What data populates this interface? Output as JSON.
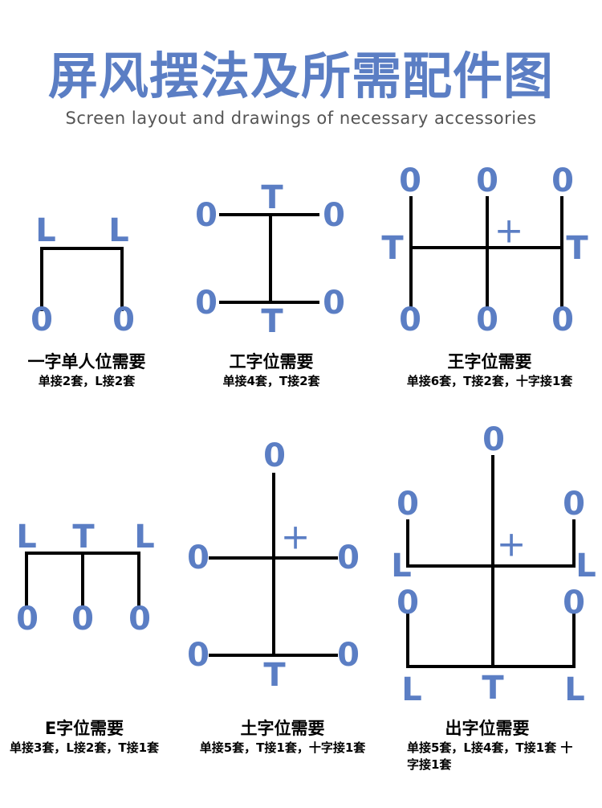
{
  "header": {
    "title": "屏风摆法及所需配件图",
    "subtitle": "Screen layout and drawings of necessary accessories"
  },
  "colors": {
    "accent": "#5b7ec4",
    "subtitle": "#555555",
    "line": "#000000"
  },
  "layouts": [
    {
      "title": "一字单人位需要",
      "desc": "单接2套，L接2套"
    },
    {
      "title": "工字位需要",
      "desc": "单接4套，T接2套"
    },
    {
      "title": "王字位需要",
      "desc": "单接6套，T接2套，十字接1套"
    },
    {
      "title": "E字位需要",
      "desc": "单接3套，L接2套，T接1套"
    },
    {
      "title": "土字位需要",
      "desc": "单接5套，T接1套，十字接1套"
    },
    {
      "title": "出字位需要",
      "desc": "单接5套，L接4套，T接1套 十字接1套"
    }
  ],
  "labels": {
    "single": "0",
    "l_joint": "L",
    "t_joint": "T",
    "cross": "+"
  }
}
